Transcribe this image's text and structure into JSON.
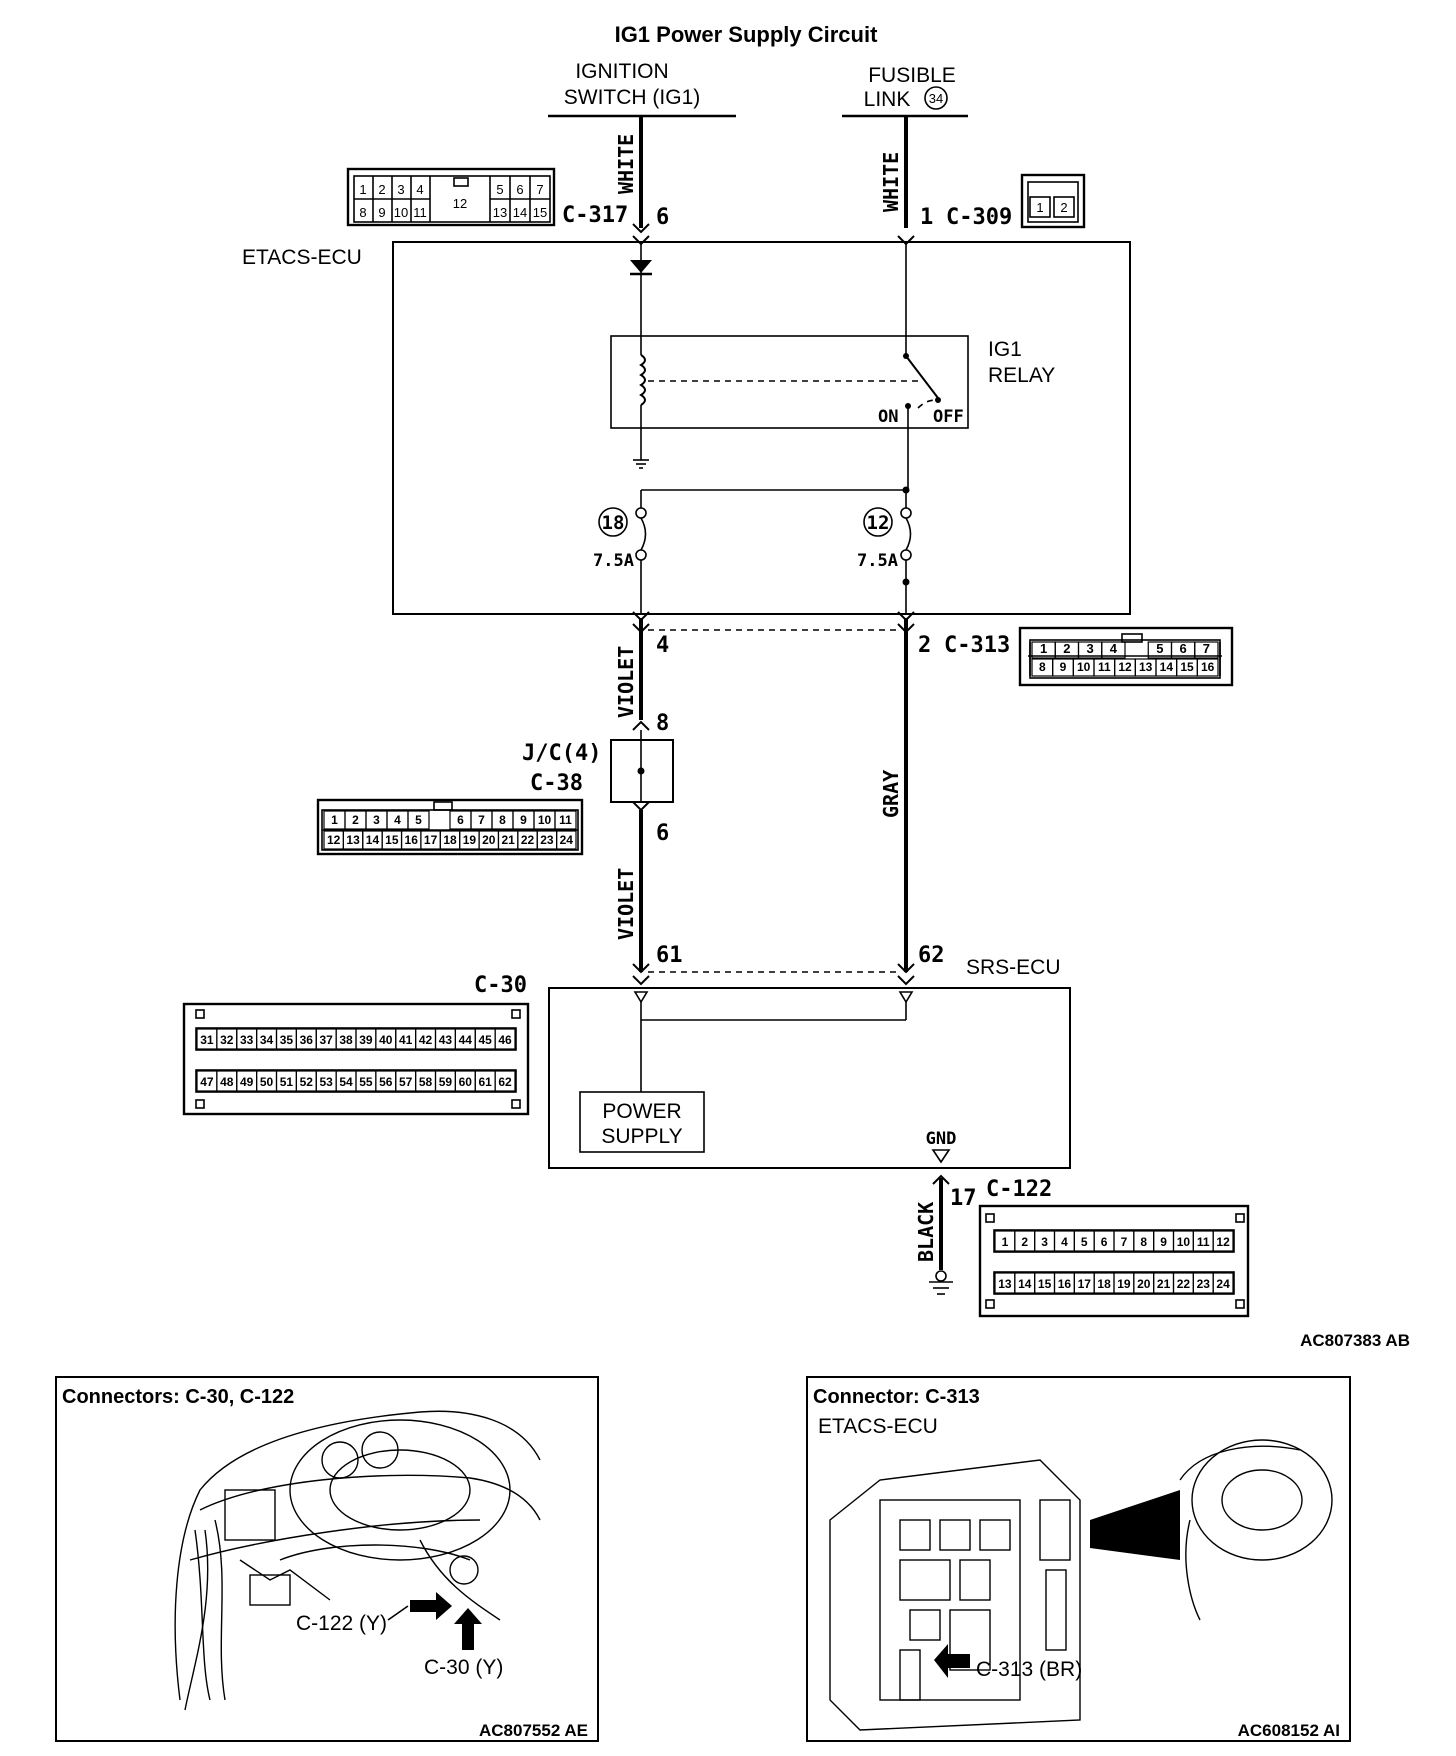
{
  "title": "IG1 Power Supply Circuit",
  "sources": {
    "ignition": {
      "line1": "IGNITION",
      "line2": "SWITCH (IG1)"
    },
    "fusible": {
      "line1": "FUSIBLE",
      "line2": "LINK",
      "number": "34"
    }
  },
  "wire_colors": {
    "white_left": "WHITE",
    "white_right": "WHITE",
    "violet_top": "VIOLET",
    "violet_bottom": "VIOLET",
    "gray": "GRAY",
    "black": "BLACK"
  },
  "connectors": {
    "c317": {
      "name": "C-317",
      "pin": "6",
      "row1": [
        "1",
        "2",
        "3",
        "4",
        "5",
        "6",
        "7"
      ],
      "row2": [
        "8",
        "9",
        "10",
        "11",
        "13",
        "14",
        "15"
      ],
      "center": "12"
    },
    "c309": {
      "name": "C-309",
      "pin": "1",
      "pins": [
        "1",
        "2"
      ]
    },
    "c313": {
      "name": "C-313",
      "pin_left": "4",
      "pin_right": "2",
      "row1": [
        "1",
        "2",
        "3",
        "4",
        "5",
        "6",
        "7"
      ],
      "row2": [
        "8",
        "9",
        "10",
        "11",
        "12",
        "13",
        "14",
        "15",
        "16"
      ]
    },
    "jc": {
      "name1": "J/C(4)",
      "name2": "C-38",
      "pin_top": "8",
      "pin_bottom": "6",
      "row1": [
        "1",
        "2",
        "3",
        "4",
        "5",
        "6",
        "7",
        "8",
        "9",
        "10",
        "11"
      ],
      "row2": [
        "12",
        "13",
        "14",
        "15",
        "16",
        "17",
        "18",
        "19",
        "20",
        "21",
        "22",
        "23",
        "24"
      ]
    },
    "c30": {
      "name": "C-30",
      "pin_left": "61",
      "pin_right": "62",
      "row1": [
        "31",
        "32",
        "33",
        "34",
        "35",
        "36",
        "37",
        "38",
        "39",
        "40",
        "41",
        "42",
        "43",
        "44",
        "45",
        "46"
      ],
      "row2": [
        "47",
        "48",
        "49",
        "50",
        "51",
        "52",
        "53",
        "54",
        "55",
        "56",
        "57",
        "58",
        "59",
        "60",
        "61",
        "62"
      ]
    },
    "c122": {
      "name": "C-122",
      "pin": "17",
      "row1": [
        "1",
        "2",
        "3",
        "4",
        "5",
        "6",
        "7",
        "8",
        "9",
        "10",
        "11",
        "12"
      ],
      "row2": [
        "13",
        "14",
        "15",
        "16",
        "17",
        "18",
        "19",
        "20",
        "21",
        "22",
        "23",
        "24"
      ]
    }
  },
  "etacs": {
    "label": "ETACS-ECU",
    "relay_line1": "IG1",
    "relay_line2": "RELAY",
    "on": "ON",
    "off": "OFF",
    "fuse_left": {
      "number": "18",
      "rating": "7.5A"
    },
    "fuse_right": {
      "number": "12",
      "rating": "7.5A"
    }
  },
  "srs": {
    "label": "SRS-ECU",
    "power_line1": "POWER",
    "power_line2": "SUPPLY",
    "gnd": "GND"
  },
  "diagram_code": "AC807383 AB",
  "panel_left": {
    "title": "Connectors: C-30, C-122",
    "callout1": "C-122 (Y)",
    "callout2": "C-30 (Y)",
    "code": "AC807552 AE"
  },
  "panel_right": {
    "title": "Connector: C-313",
    "subtitle": "ETACS-ECU",
    "callout": "C-313 (BR)",
    "code": "AC608152 AI"
  }
}
